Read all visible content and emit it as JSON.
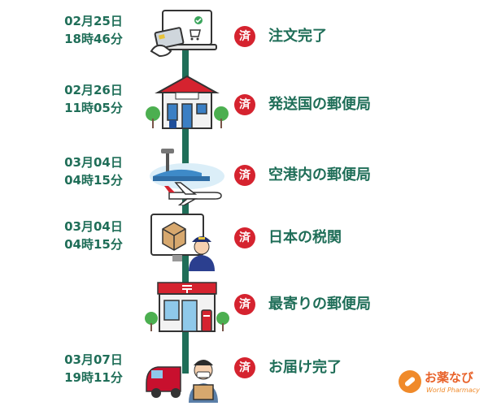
{
  "badge_label": "済",
  "steps": [
    {
      "date": "02月25日",
      "time": "18時46分",
      "status": "注文完了",
      "icon": "laptop-credit-card-icon"
    },
    {
      "date": "02月26日",
      "time": "11時05分",
      "status": "発送国の郵便局",
      "icon": "post-office-icon"
    },
    {
      "date": "03月04日",
      "time": "04時15分",
      "status": "空港内の郵便局",
      "icon": "airport-airplane-icon"
    },
    {
      "date": "03月04日",
      "time": "04時15分",
      "status": "日本の税関",
      "icon": "customs-officer-icon"
    },
    {
      "date": "",
      "time": "",
      "status": "最寄りの郵便局",
      "icon": "japan-post-office-icon"
    },
    {
      "date": "03月07日",
      "time": "19時11分",
      "status": "お届け完了",
      "icon": "delivery-person-icon"
    }
  ],
  "logo": {
    "name": "お薬なび",
    "subtitle": "World Pharmacy"
  },
  "colors": {
    "accent": "#1f6e58",
    "badge": "#d5232f",
    "logo": "#f08a2a"
  }
}
